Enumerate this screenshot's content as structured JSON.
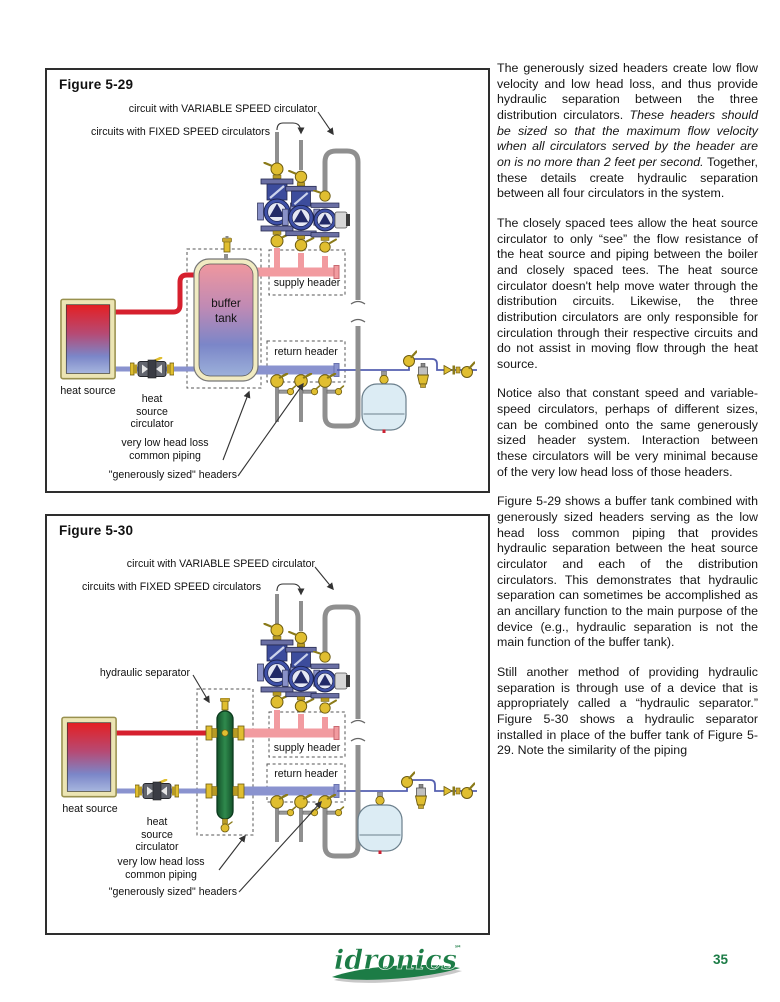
{
  "page": {
    "number": "35",
    "logo_text": "idronics",
    "accent_green": "#1c7c46"
  },
  "article": {
    "p1a": "The generously sized headers create low flow velocity and low head loss, and thus provide hydraulic separation between the three distribution circulators. ",
    "p1b": "These headers should be sized so that the maximum flow velocity when all circulators served by the header are on is no more than 2 feet per second.",
    "p1c": " Together, these details create hydraulic separation between all four circulators in the system.",
    "p2": "The closely spaced tees allow the heat source circulator to only “see” the flow resistance of the heat source and piping between the boiler and closely spaced tees. The heat source circulator doesn't help move water through the distribution circuits. Likewise, the three distribution circulators are only responsible for circulation through their respective circuits and do not assist in moving flow through the heat source.",
    "p3": "Notice also that constant speed and variable-speed circulators, perhaps of different sizes, can be combined onto the same generously sized header system. Interaction between these circulators will be very minimal because of the very low head loss of those headers.",
    "p4": "Figure 5-29 shows a buffer tank combined with generously sized headers serving as the low head loss common piping that provides hydraulic separation between the heat source circulator and each of the distribution circulators. This demonstrates that hydraulic separation can sometimes be accomplished as an ancillary function to the main purpose of the device (e.g., hydraulic separation is not the main function of the buffer tank).",
    "p5": "Still another method of providing hydraulic separation is through use of a device that is appropriately called a “hydraulic separator.” Figure 5-30 shows a hydraulic separator installed in place of the buffer tank of Figure 5-29. Note the similarity of the piping"
  },
  "figure29": {
    "title": "Figure 5-29",
    "label_variable": "circuit with VARIABLE SPEED circulator",
    "label_fixed": "circuits with FIXED SPEED circulators",
    "label_supply": "supply header",
    "label_return": "return header",
    "label_tank": "buffer\ntank",
    "label_heat_source": "heat source",
    "label_hs_circulator": "heat\nsource\ncirculator",
    "label_low_head": "very low head loss\ncommon piping",
    "label_generous": "\"generously sized\" headers"
  },
  "figure30": {
    "title": "Figure 5-30",
    "label_variable": "circuit with VARIABLE SPEED circulator",
    "label_fixed": "circuits with FIXED SPEED circulators",
    "label_separator": "hydraulic separator",
    "label_supply": "supply header",
    "label_return": "return header",
    "label_heat_source": "heat source",
    "label_hs_circulator": "heat\nsource\ncirculator",
    "label_low_head": "very low head loss\ncommon piping",
    "label_generous": "\"generously sized\" headers"
  }
}
